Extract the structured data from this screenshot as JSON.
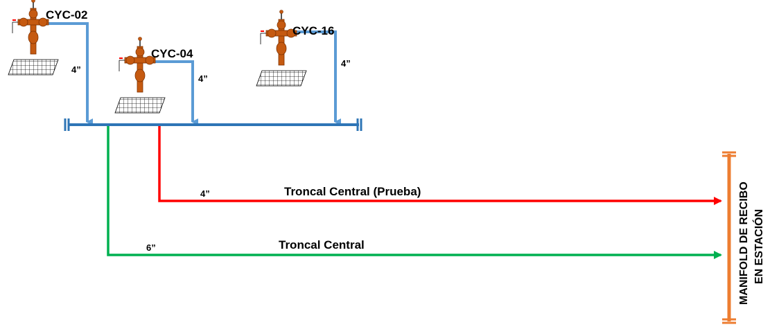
{
  "wells": [
    {
      "name": "CYC-02",
      "pipe_size": "4”"
    },
    {
      "name": "CYC-04",
      "pipe_size": "4”"
    },
    {
      "name": "CYC-16",
      "pipe_size": "4”"
    }
  ],
  "lines": {
    "test": {
      "label": "Troncal Central (Prueba)",
      "size": "4”"
    },
    "main": {
      "label": "Troncal Central",
      "size": "6”"
    }
  },
  "manifold": {
    "line1": "MANIFOLD DE RECIBO",
    "line2": "EN ESTACIÓN"
  },
  "colors": {
    "well_flowline": "#5b9bd5",
    "header": "#2e75b6",
    "test_line": "#ff0000",
    "main_line": "#00b050",
    "manifold": "#ed7d31",
    "wellhead": "#c55a11"
  }
}
